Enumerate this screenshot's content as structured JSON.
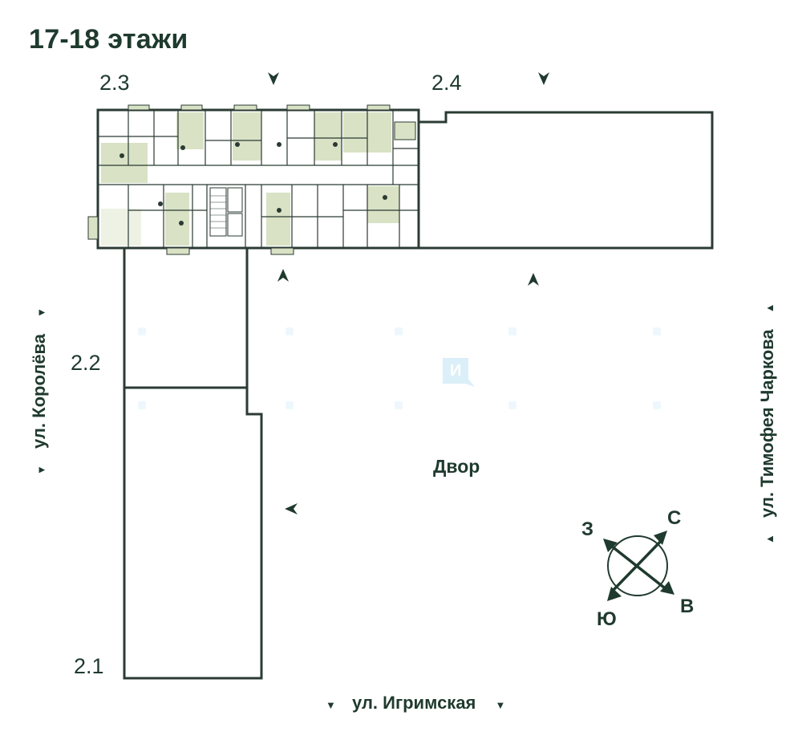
{
  "title": "17-18 этажи",
  "sections": {
    "s21": "2.1",
    "s22": "2.2",
    "s23": "2.3",
    "s24": "2.4"
  },
  "yard": "Двор",
  "streets": {
    "korolyova": "ул. Королёва",
    "charkova": "ул. Тимофея Чаркова",
    "igrimskaya": "ул. Игримская"
  },
  "compass": {
    "north": "С",
    "west": "З",
    "south": "Ю",
    "east": "В"
  },
  "colors": {
    "dark": "#1f3a2e",
    "apartment_fill": "#d9e2c5",
    "wall": "#2b3b33",
    "watermark": "#bfe3f4"
  },
  "icons": [
    "entrance-arrow-icon",
    "compass-icon",
    "watermark-logo-icon"
  ]
}
